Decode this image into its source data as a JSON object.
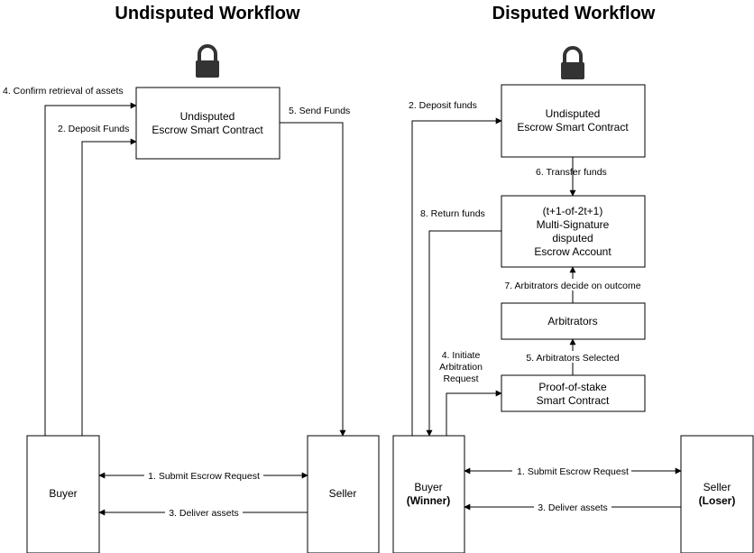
{
  "titles": {
    "left": "Undisputed Workflow",
    "right": "Disputed Workflow"
  },
  "left": {
    "contract": [
      "Undisputed",
      "Escrow Smart Contract"
    ],
    "buyer": "Buyer",
    "seller": "Seller",
    "edges": {
      "confirm": "4. Confirm retrieval of assets",
      "deposit": "2. Deposit Funds",
      "send": "5. Send Funds",
      "submit": "1. Submit Escrow Request",
      "deliver": "3. Deliver assets"
    }
  },
  "right": {
    "contract": [
      "Undisputed",
      "Escrow Smart Contract"
    ],
    "multisig": [
      "(t+1-of-2t+1)",
      "Multi-Signature",
      "disputed",
      "Escrow Account"
    ],
    "arbitrators": "Arbitrators",
    "pos": [
      "Proof-of-stake",
      "Smart Contract"
    ],
    "buyer": [
      "Buyer",
      "(Winner)"
    ],
    "seller": [
      "Seller",
      "(Loser)"
    ],
    "edges": {
      "deposit": "2. Deposit funds",
      "transfer": "6. Transfer funds",
      "return": "8. Return funds",
      "decide": "7. Arbitrators decide on outcome",
      "selected": "5. Arbitrators Selected",
      "initiate": [
        "4. Initiate",
        "Arbitration",
        "Request"
      ],
      "submit": "1. Submit Escrow Request",
      "deliver": "3. Deliver assets"
    }
  },
  "icons": [
    "lock-icon",
    "lock-icon"
  ]
}
